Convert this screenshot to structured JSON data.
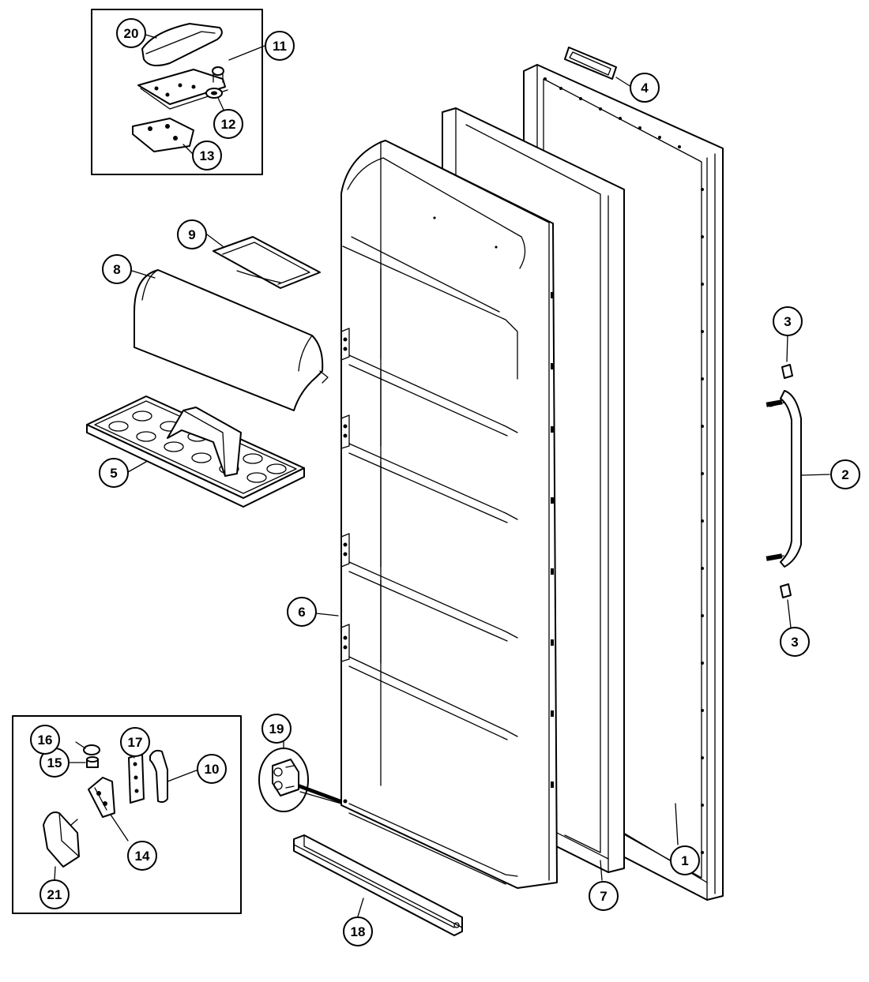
{
  "callouts": [
    {
      "id": "c1",
      "label": "1"
    },
    {
      "id": "c2",
      "label": "2"
    },
    {
      "id": "c3a",
      "label": "3"
    },
    {
      "id": "c3b",
      "label": "3"
    },
    {
      "id": "c4",
      "label": "4"
    },
    {
      "id": "c5",
      "label": "5"
    },
    {
      "id": "c6",
      "label": "6"
    },
    {
      "id": "c7",
      "label": "7"
    },
    {
      "id": "c8",
      "label": "8"
    },
    {
      "id": "c9",
      "label": "9"
    },
    {
      "id": "c10",
      "label": "10"
    },
    {
      "id": "c11",
      "label": "11"
    },
    {
      "id": "c12",
      "label": "12"
    },
    {
      "id": "c13",
      "label": "13"
    },
    {
      "id": "c14",
      "label": "14"
    },
    {
      "id": "c15",
      "label": "15"
    },
    {
      "id": "c16",
      "label": "16"
    },
    {
      "id": "c17",
      "label": "17"
    },
    {
      "id": "c18",
      "label": "18"
    },
    {
      "id": "c19",
      "label": "19"
    },
    {
      "id": "c20",
      "label": "20"
    },
    {
      "id": "c21",
      "label": "21"
    }
  ]
}
